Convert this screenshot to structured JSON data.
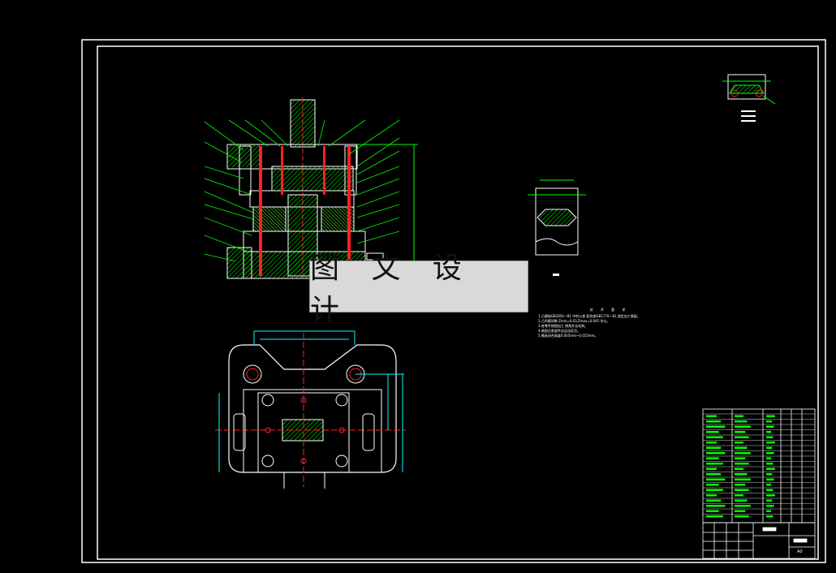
{
  "watermark": {
    "text": "图 文 设 计"
  },
  "technical_notes": {
    "title": "技 术 要 求",
    "lines": [
      "1.凸模按GB2854—81 中的公差 配合按GB1770—81 规定加工装配。",
      "2.凸凹模间隙 Zmin=0.03,Zmax=0.045 均匀。",
      "3.各零件按图加工 倒角并去毛刺。",
      "4.装配后各部件应运动灵活。",
      "5.模具闭合高度0.005mm~0.015mm。"
    ]
  },
  "title_block": {
    "sheet_size": "A0"
  },
  "colors": {
    "background": "#000000",
    "frame": "#ffffff",
    "hatch": "#00ff00",
    "section_red": "#ff2020",
    "dimension": "#00ffff",
    "part_outline": "#ffffff"
  }
}
